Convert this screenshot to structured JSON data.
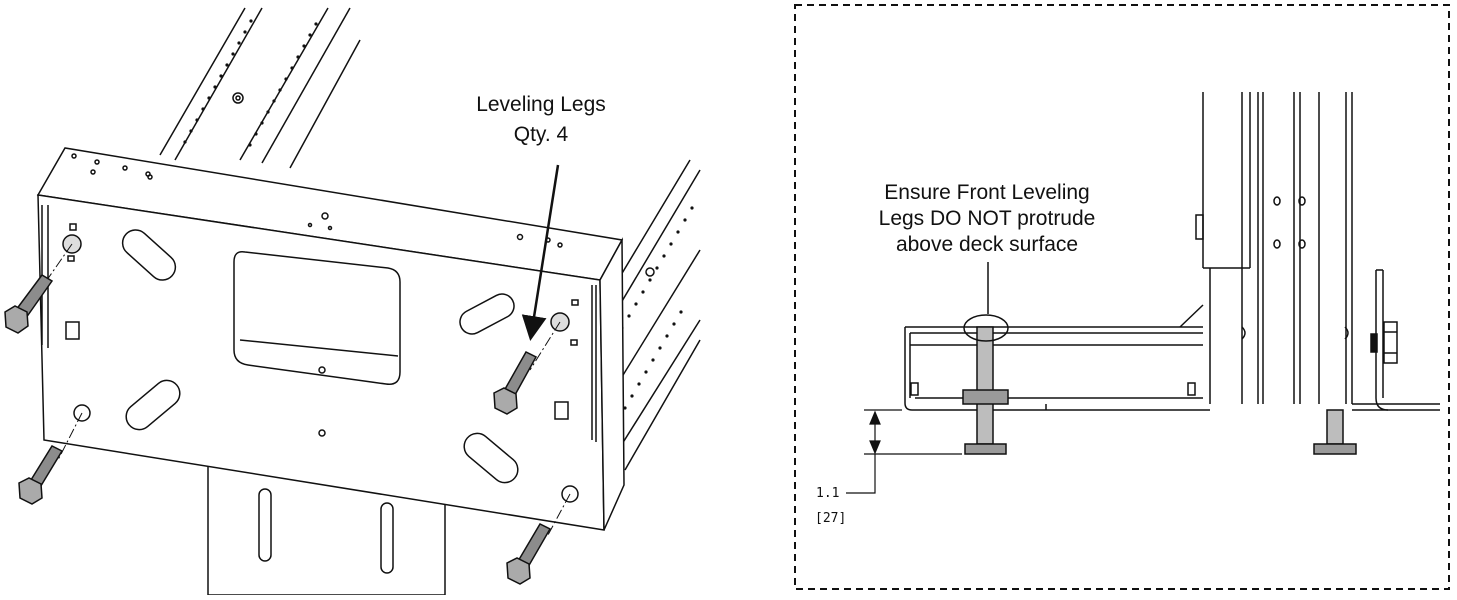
{
  "left_view": {
    "callout_line1": "Leveling Legs",
    "callout_line2": "Qty. 4"
  },
  "right_view": {
    "note_line1": "Ensure Front Leveling",
    "note_line2": "Legs DO NOT protrude",
    "note_line3": "above deck surface",
    "dimension_in": "1.1",
    "dimension_mm": "[27]"
  },
  "colors": {
    "line": "#111111",
    "bolt_fill": "#8c8c8c",
    "panel_shade": "#f2f2f2"
  }
}
